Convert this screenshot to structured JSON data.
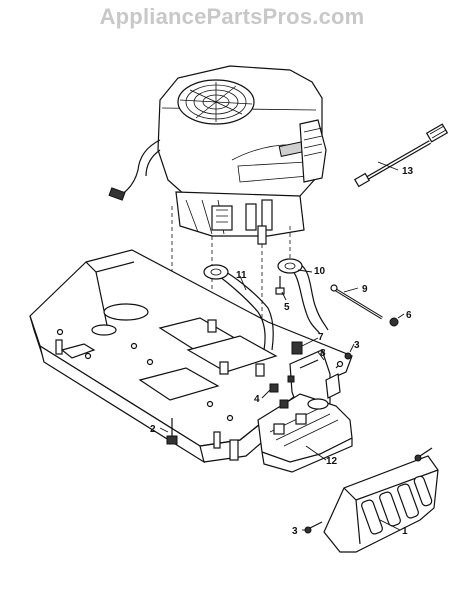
{
  "watermark": "AppliancePartsPros.com",
  "callouts": {
    "c1": "1",
    "c2": "2",
    "c3a": "3",
    "c3b": "3",
    "c4": "4",
    "c5": "5",
    "c6": "6",
    "c7": "7",
    "c8": "8",
    "c9": "9",
    "c10": "10",
    "c11": "11",
    "c12": "12",
    "c13": "13"
  }
}
